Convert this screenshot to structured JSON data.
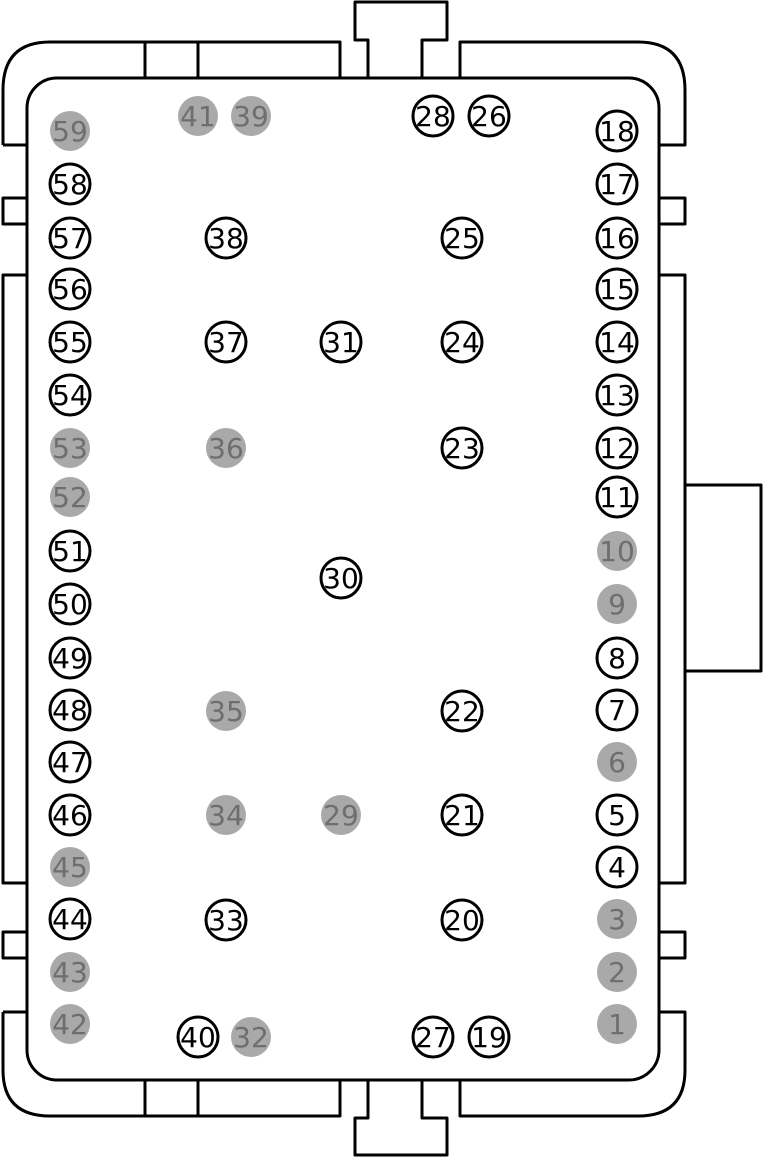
{
  "colors": {
    "stroke": "#000000",
    "background": "#ffffff",
    "unused_fill": "#a9a9a9",
    "unused_text": "#6e6e6e",
    "used_text": "#000000"
  },
  "pins": [
    {
      "label": "1",
      "populated": false
    },
    {
      "label": "2",
      "populated": false
    },
    {
      "label": "3",
      "populated": false
    },
    {
      "label": "4",
      "populated": true
    },
    {
      "label": "5",
      "populated": true
    },
    {
      "label": "6",
      "populated": false
    },
    {
      "label": "7",
      "populated": true
    },
    {
      "label": "8",
      "populated": true
    },
    {
      "label": "9",
      "populated": false
    },
    {
      "label": "10",
      "populated": false
    },
    {
      "label": "11",
      "populated": true
    },
    {
      "label": "12",
      "populated": true
    },
    {
      "label": "13",
      "populated": true
    },
    {
      "label": "14",
      "populated": true
    },
    {
      "label": "15",
      "populated": true
    },
    {
      "label": "16",
      "populated": true
    },
    {
      "label": "17",
      "populated": true
    },
    {
      "label": "18",
      "populated": true
    },
    {
      "label": "19",
      "populated": true
    },
    {
      "label": "20",
      "populated": true
    },
    {
      "label": "21",
      "populated": true
    },
    {
      "label": "22",
      "populated": true
    },
    {
      "label": "23",
      "populated": true
    },
    {
      "label": "24",
      "populated": true
    },
    {
      "label": "25",
      "populated": true
    },
    {
      "label": "26",
      "populated": true
    },
    {
      "label": "27",
      "populated": true
    },
    {
      "label": "28",
      "populated": true
    },
    {
      "label": "29",
      "populated": false
    },
    {
      "label": "30",
      "populated": true
    },
    {
      "label": "31",
      "populated": true
    },
    {
      "label": "32",
      "populated": false
    },
    {
      "label": "33",
      "populated": true
    },
    {
      "label": "34",
      "populated": false
    },
    {
      "label": "35",
      "populated": false
    },
    {
      "label": "36",
      "populated": false
    },
    {
      "label": "37",
      "populated": true
    },
    {
      "label": "38",
      "populated": true
    },
    {
      "label": "39",
      "populated": false
    },
    {
      "label": "40",
      "populated": true
    },
    {
      "label": "41",
      "populated": false
    },
    {
      "label": "42",
      "populated": false
    },
    {
      "label": "43",
      "populated": false
    },
    {
      "label": "44",
      "populated": true
    },
    {
      "label": "45",
      "populated": false
    },
    {
      "label": "46",
      "populated": true
    },
    {
      "label": "47",
      "populated": true
    },
    {
      "label": "48",
      "populated": true
    },
    {
      "label": "49",
      "populated": true
    },
    {
      "label": "50",
      "populated": true
    },
    {
      "label": "51",
      "populated": true
    },
    {
      "label": "52",
      "populated": false
    },
    {
      "label": "53",
      "populated": false
    },
    {
      "label": "54",
      "populated": true
    },
    {
      "label": "55",
      "populated": true
    },
    {
      "label": "56",
      "populated": true
    },
    {
      "label": "57",
      "populated": true
    },
    {
      "label": "58",
      "populated": true
    },
    {
      "label": "59",
      "populated": false
    }
  ]
}
